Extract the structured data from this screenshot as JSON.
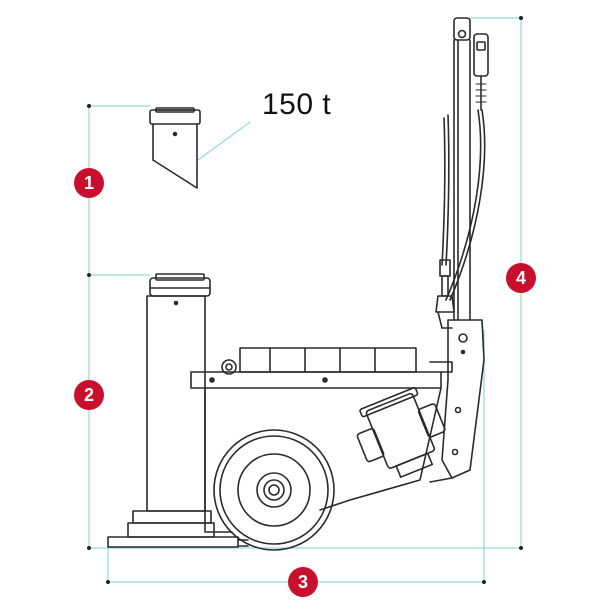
{
  "diagram": {
    "capacity_label": "150 t",
    "callouts": [
      {
        "number": "1"
      },
      {
        "number": "2"
      },
      {
        "number": "3"
      },
      {
        "number": "4"
      }
    ],
    "colors": {
      "line": "#2b2b2b",
      "dimension": "#7fd0d6",
      "badge": "#c8102e"
    }
  }
}
